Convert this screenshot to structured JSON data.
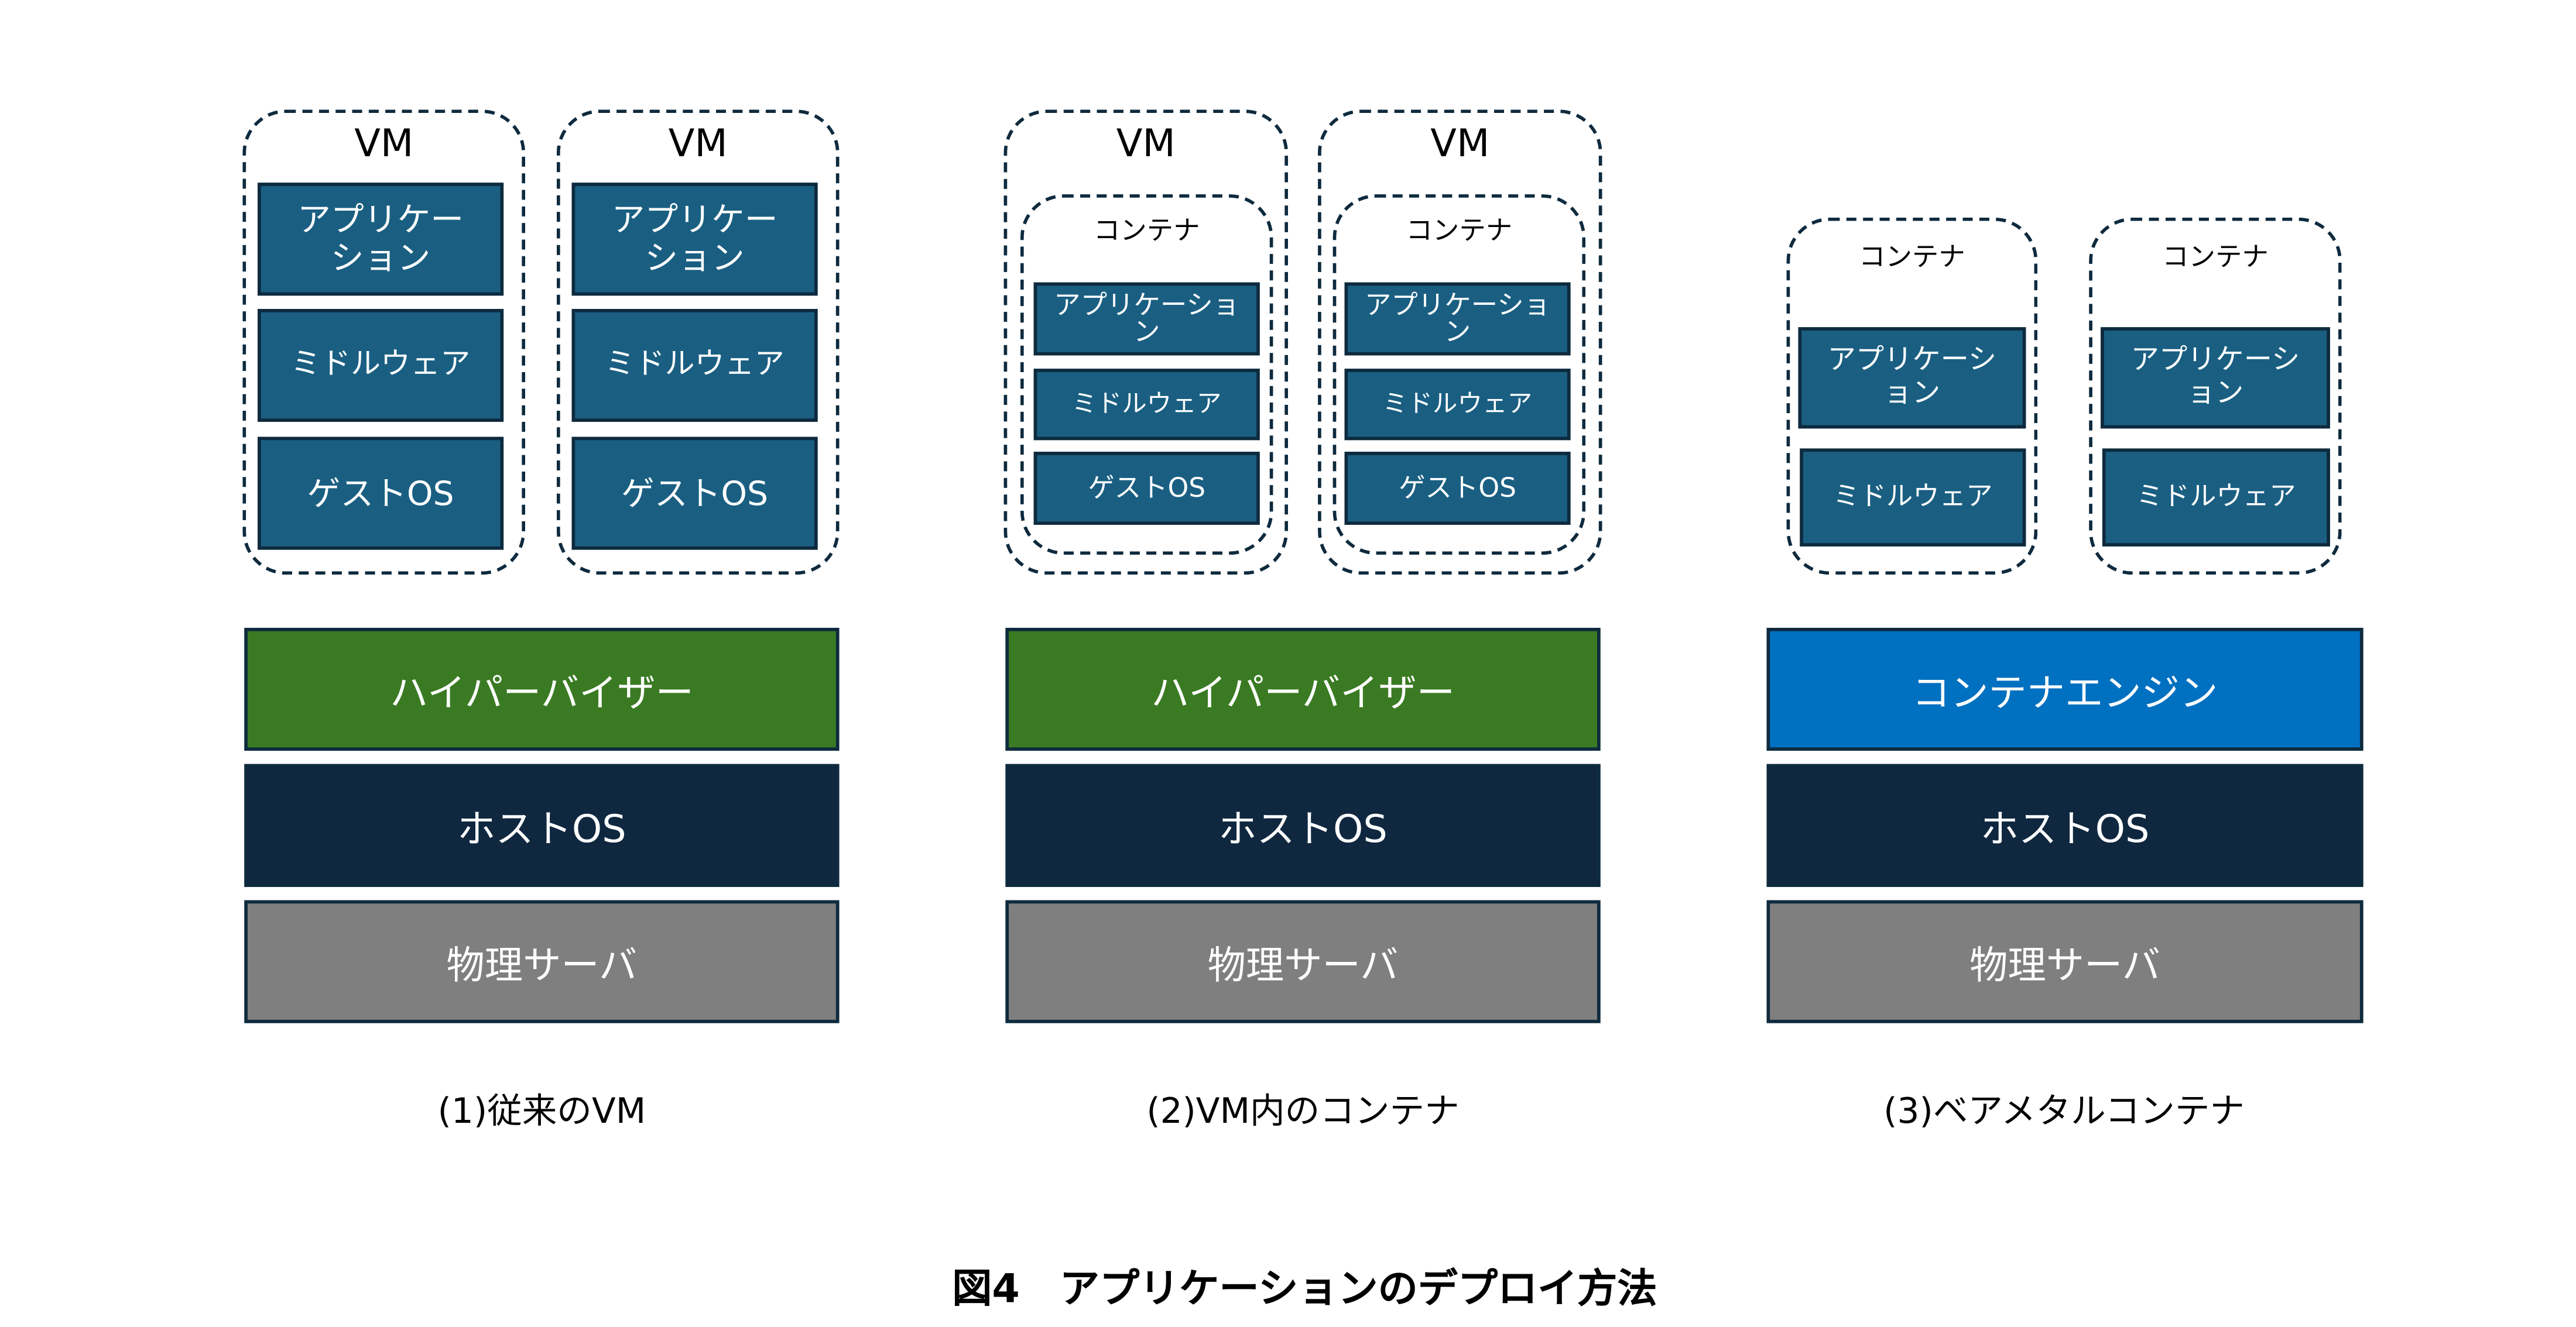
{
  "labels": {
    "vm": "VM",
    "container": "コンテナ",
    "application": "アプリケーション",
    "middleware": "ミドルウェア",
    "guest_os": "ゲストOS",
    "hypervisor": "ハイパーバイザー",
    "container_engine": "コンテナエンジン",
    "host_os": "ホストOS",
    "physical_server": "物理サーバ"
  },
  "captions": [
    "(1)従来のVM",
    "(2)VM内のコンテナ",
    "(3)ベアメタルコンテナ"
  ],
  "figure_title": "図4　アプリケーションのデプロイ方法",
  "colors": {
    "block": "#1a5f82",
    "hypervisor": "#3a7a23",
    "container_engine": "#0070c0",
    "host_os": "#0f2840",
    "physical_server": "#7f7f7f",
    "border": "#0e2a3e"
  }
}
